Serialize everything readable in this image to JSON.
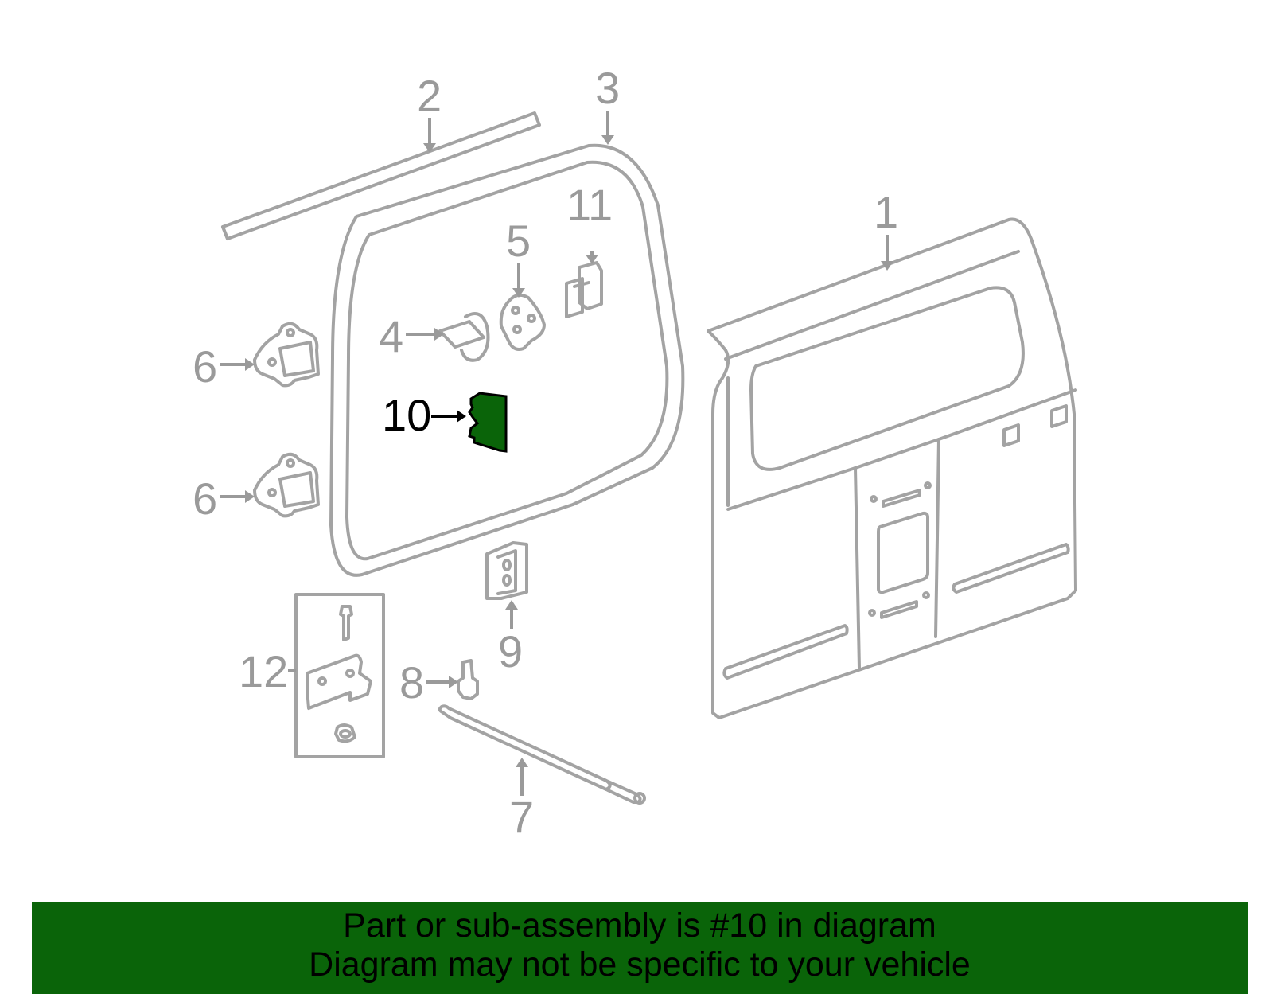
{
  "diagram": {
    "callouts": [
      {
        "id": "1",
        "label": "1"
      },
      {
        "id": "2",
        "label": "2"
      },
      {
        "id": "3",
        "label": "3"
      },
      {
        "id": "4",
        "label": "4"
      },
      {
        "id": "5",
        "label": "5"
      },
      {
        "id": "6a",
        "label": "6"
      },
      {
        "id": "6b",
        "label": "6"
      },
      {
        "id": "7",
        "label": "7"
      },
      {
        "id": "8",
        "label": "8"
      },
      {
        "id": "9",
        "label": "9"
      },
      {
        "id": "10",
        "label": "10"
      },
      {
        "id": "11",
        "label": "11"
      },
      {
        "id": "12",
        "label": "12"
      }
    ],
    "highlighted_part": "10",
    "colors": {
      "highlight_fill": "#0a6409",
      "part_stroke": "#a3a3a3",
      "callout_text": "#9a9a9a",
      "banner_background": "#0a6409"
    }
  },
  "banner": {
    "line1": "Part or sub-assembly is #10 in diagram",
    "line2": "Diagram may not be specific to your vehicle"
  }
}
